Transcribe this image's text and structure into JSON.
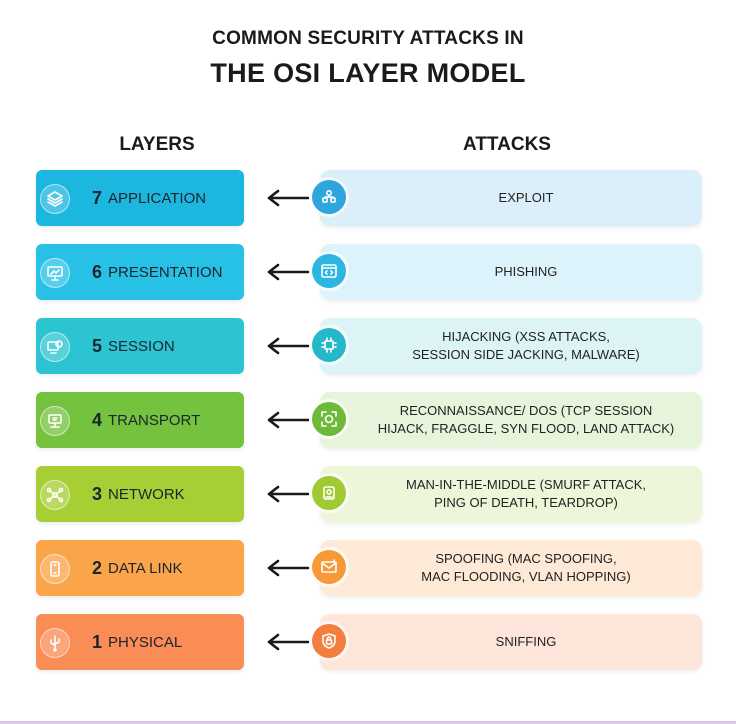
{
  "title_line1": "COMMON SECURITY ATTACKS IN",
  "title_line2": "THE OSI LAYER MODEL",
  "headers": {
    "layers": "LAYERS",
    "attacks": "ATTACKS"
  },
  "rows": [
    {
      "num": "7",
      "name": "APPLICATION",
      "attack": "EXPLOIT",
      "layer_icon": "layers-stack-icon",
      "attack_icon": "user-network-icon",
      "layer_color": "#1cb7df",
      "attack_bg": "#dbeffa",
      "icon_color": "#2ea6dc"
    },
    {
      "num": "6",
      "name": "PRESENTATION",
      "attack": "PHISHING",
      "layer_icon": "presentation-board-icon",
      "attack_icon": "code-window-icon",
      "layer_color": "#28c1e6",
      "attack_bg": "#dcf3fb",
      "icon_color": "#2eb6e2"
    },
    {
      "num": "5",
      "name": "SESSION",
      "attack": "HIJACKING (XSS ATTACKS,\nSESSION SIDE JACKING, MALWARE)",
      "layer_icon": "session-monitor-icon",
      "attack_icon": "chip-icon",
      "layer_color": "#2cc4d0",
      "attack_bg": "#dcf4f6",
      "icon_color": "#24b8c8"
    },
    {
      "num": "4",
      "name": "TRANSPORT",
      "attack": "RECONNAISSANCE/ DOS (TCP SESSION\nHIJACK, FRAGGLE, SYN FLOOD, LAND ATTACK)",
      "layer_icon": "transport-computer-icon",
      "attack_icon": "face-scan-icon",
      "layer_color": "#74c23e",
      "attack_bg": "#e6f4dc",
      "icon_color": "#6dba3a"
    },
    {
      "num": "3",
      "name": "NETWORK",
      "attack": "MAN-IN-THE-MIDDLE (SMURF ATTACK,\nPING OF DEATH, TEARDROP)",
      "layer_icon": "network-nodes-icon",
      "attack_icon": "spy-device-icon",
      "layer_color": "#a6cf36",
      "attack_bg": "#eef6da",
      "icon_color": "#a1c931"
    },
    {
      "num": "2",
      "name": "DATA LINK",
      "attack": "SPOOFING (MAC SPOOFING,\nMAC FLOODING, VLAN HOPPING)",
      "layer_icon": "data-link-device-icon",
      "attack_icon": "mail-warning-icon",
      "layer_color": "#fba54a",
      "attack_bg": "#fde9d6",
      "icon_color": "#f69a38"
    },
    {
      "num": "1",
      "name": "PHYSICAL",
      "attack": "SNIFFING",
      "layer_icon": "usb-plug-icon",
      "attack_icon": "shield-lock-icon",
      "layer_color": "#fa8c56",
      "attack_bg": "#fde5d9",
      "icon_color": "#f47e40"
    }
  ]
}
